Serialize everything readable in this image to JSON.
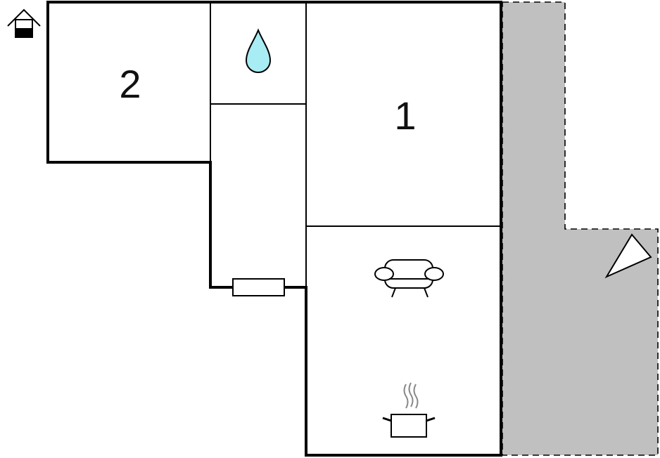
{
  "rooms": [
    {
      "id": "bedroom-1",
      "label": "1"
    },
    {
      "id": "bedroom-2",
      "label": "2"
    }
  ],
  "icons": {
    "entrance": "house-entrance-icon",
    "bathroom": "water-drop-icon",
    "living": "sofa-icon",
    "kitchen": "cooking-pot-icon",
    "terrace_view": "viewing-direction-icon"
  },
  "colors": {
    "wall": "#000000",
    "terrace_fill": "#c0c0c0",
    "water_drop": "#a8ecf4",
    "background": "#ffffff"
  }
}
